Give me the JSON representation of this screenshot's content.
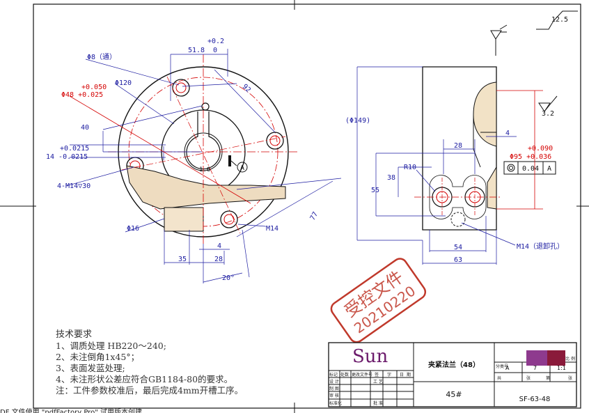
{
  "colors": {
    "outline": "#111111",
    "dimension": "#1a1aa0",
    "tolerance": "#d40000",
    "stamp": "#c0392b",
    "section": "#c8a06a"
  },
  "front_view": {
    "dims": {
      "hole_through": "Φ8（通）",
      "d120": "Φ120",
      "bore_upper": "+0.050",
      "bore_main": "Φ48 +0.025",
      "w51": "51.8",
      "tol_up": "+0.2",
      "tol_zero": "0",
      "d92": "92",
      "h40": "40",
      "t1": "+0.0215",
      "t2": "14 -0.0215",
      "thread": "4-M14",
      "thread_depth": "30",
      "d16": "Φ16",
      "m14": "M14",
      "angle": "20°",
      "w35": "35",
      "w28": "28",
      "w4": "4",
      "l77": "77",
      "datum": "A",
      "small": "1.6"
    }
  },
  "side_view": {
    "dims": {
      "roughness_top": "12.5",
      "d149": "(Φ149)",
      "w28": "28",
      "r10": "R10",
      "h38": "38",
      "h55": "55",
      "w54": "54",
      "w63": "63",
      "w4": "4",
      "roughness": "3.2",
      "d95a": "+0.090",
      "d95b": "Φ95 +0.036",
      "gdt_value": "0.04",
      "gdt_datum": "A",
      "m14_relief": "M14（退卸孔）"
    }
  },
  "tech_requirements": {
    "title": "技术要求",
    "items": [
      "1、调质处理 HB220～240;",
      "2、未注倒角1x45°；",
      "3、表面发蓝处理;",
      "4、未注形状公差应符合GB1184-80的要求。",
      "注：工件参数校准后，最后完成4mm开槽工序。"
    ]
  },
  "stamp": {
    "line1": "受控文件",
    "line2": "20210220"
  },
  "title_block": {
    "designer": "Sun",
    "part_name": "夹紧法兰（48）",
    "material": "45#",
    "drawing_no": "SF-63-48",
    "stage": "A",
    "weight": "7",
    "scale": "1:1",
    "headers": [
      "标记",
      "处数",
      "更改文件号",
      "签",
      "字",
      "日",
      "期"
    ],
    "roles": [
      "设 计",
      "制 图",
      "审 核",
      "标准化"
    ],
    "roles2": [
      "工 艺",
      "批 准"
    ],
    "sheet": [
      "共",
      "张",
      "第",
      "张"
    ],
    "labels": [
      "分类号",
      "比",
      "例"
    ]
  },
  "footer_text": "DF 文件使用 \"pdfFactory Pro\" 试用版本创建"
}
